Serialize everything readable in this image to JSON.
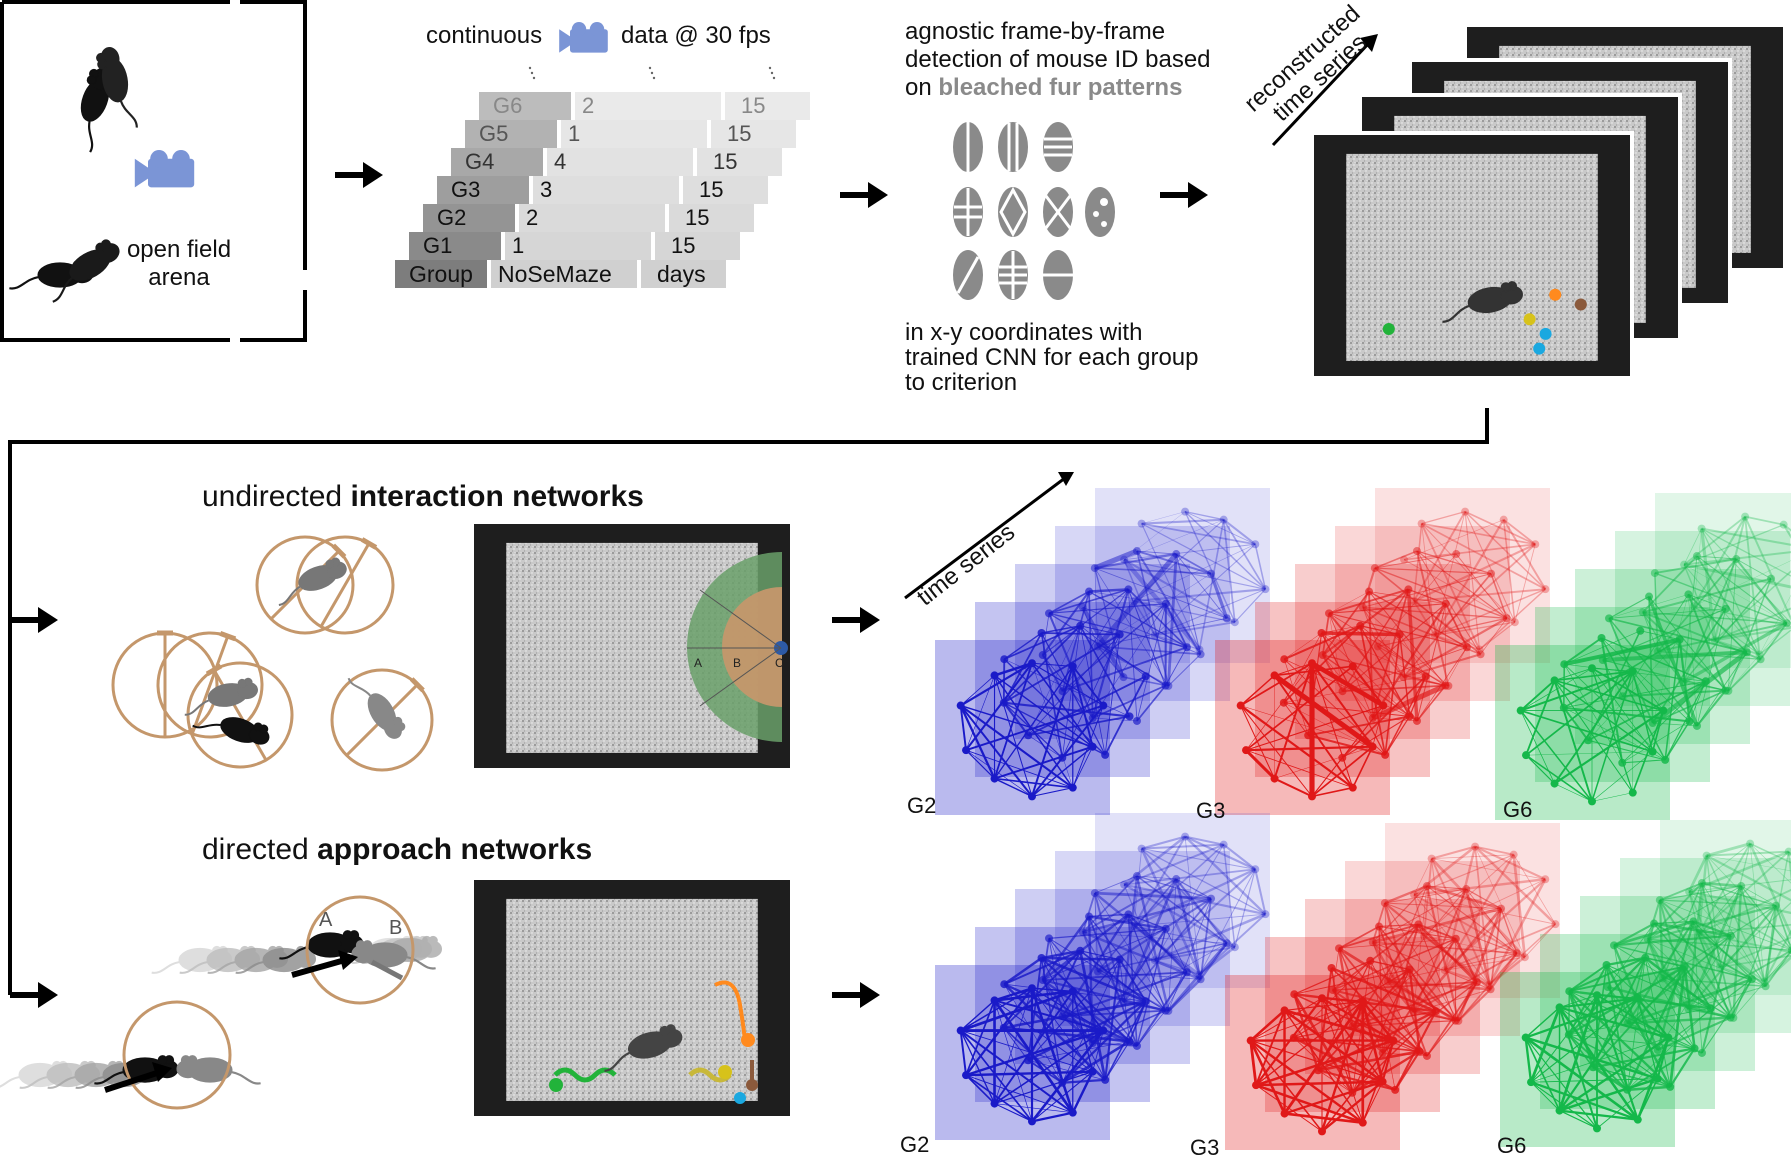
{
  "arena": {
    "label_line1": "open field",
    "label_line2": "arena"
  },
  "recording": {
    "prefix": "continuous",
    "suffix": "data @ 30 fps",
    "camera_icon": "video-camera-icon",
    "camera_color": "#7b95d6"
  },
  "group_table": {
    "header": [
      "Group",
      "NoSeMaze",
      "days"
    ],
    "rows": [
      {
        "group": "G6",
        "nosemaze": "2",
        "days": "15"
      },
      {
        "group": "G5",
        "nosemaze": "1",
        "days": "15"
      },
      {
        "group": "G4",
        "nosemaze": "4",
        "days": "15"
      },
      {
        "group": "G3",
        "nosemaze": "3",
        "days": "15"
      },
      {
        "group": "G2",
        "nosemaze": "2",
        "days": "15"
      },
      {
        "group": "G1",
        "nosemaze": "1",
        "days": "15"
      }
    ]
  },
  "detection": {
    "line1": "agnostic frame-by-frame",
    "line2": "detection of mouse ID based",
    "line3_prefix": "on ",
    "line3_highlight": "bleached fur patterns",
    "bottom_line1": "in x-y coordinates with",
    "bottom_line2": "trained CNN for each group",
    "bottom_line3": "to criterion"
  },
  "reconstruction": {
    "line1": "reconstructed",
    "line2": "time series",
    "dot_colors": [
      "#22b33a",
      "#ff8a1e",
      "#8b5a3c",
      "#d7c21a",
      "#1aa8e0",
      "#c0392b"
    ]
  },
  "interaction": {
    "title_prefix": "undirected ",
    "title_bold": "interaction networks",
    "zone_labels": [
      "A",
      "B",
      "C"
    ],
    "zone_color": "#c4976b"
  },
  "approach": {
    "title_prefix": "directed ",
    "title_bold": "approach networks",
    "mouse_labels": [
      "A",
      "B"
    ]
  },
  "networks": {
    "time_series_label": "time series",
    "groups": [
      {
        "name": "G2",
        "color": "#1a1ac8"
      },
      {
        "name": "G3",
        "color": "#e01818"
      },
      {
        "name": "G6",
        "color": "#14b84a"
      }
    ]
  },
  "icons": {
    "arrow": "arrow-right-icon",
    "mouse": "mouse-icon",
    "fur_pattern": "fur-pattern-icon"
  }
}
